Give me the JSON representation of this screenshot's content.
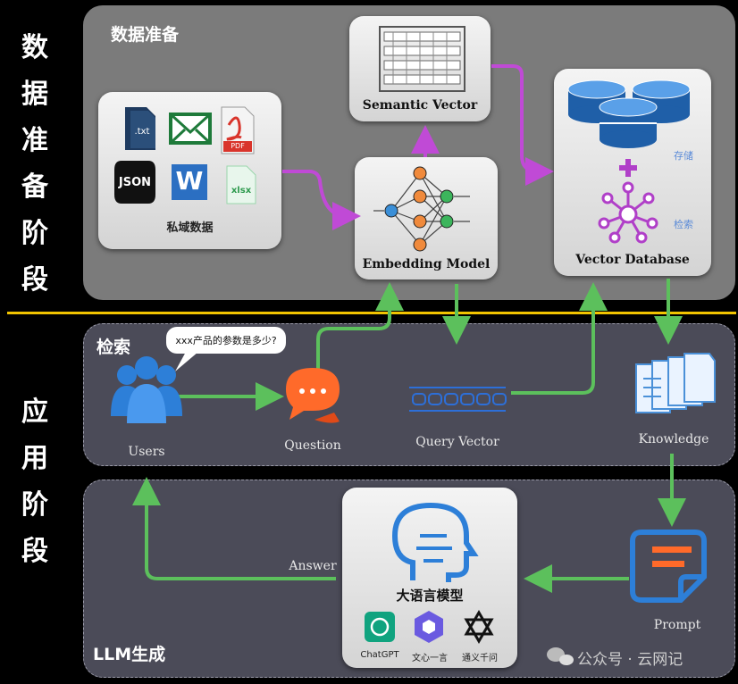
{
  "stages": {
    "prep": "数据准备阶段",
    "app": "应用阶段"
  },
  "sections": {
    "data_prep": "数据准备",
    "retrieval": "检索",
    "llm_gen": "LLM生成"
  },
  "nodes": {
    "semantic_vector": "Semantic Vector",
    "private_data": "私域数据",
    "embedding_model": "Embedding Model",
    "vector_database": "Vector Database",
    "store": "存储",
    "retrieve": "检索",
    "users": "Users",
    "question": "Question",
    "query_vector": "Query Vector",
    "knowledge": "Knowledge",
    "prompt": "Prompt",
    "answer": "Answer",
    "llm": "大语言模型"
  },
  "file_types": {
    "txt": ".txt",
    "json": "JSON",
    "pdf": "PDF",
    "word": "W",
    "xlsx": "xlsx"
  },
  "speech_bubble": "xxx产品的参数是多少?",
  "models": {
    "chatgpt": "ChatGPT",
    "wenxin": "文心一言",
    "tongyi": "通义千问"
  },
  "watermark": "公众号 · 云网记",
  "colors": {
    "purple": "#c04ad6",
    "green": "#5cc05c",
    "divider": "#f2c400",
    "accent_blue": "#2d7fd8",
    "orange": "#ff6a2a"
  }
}
